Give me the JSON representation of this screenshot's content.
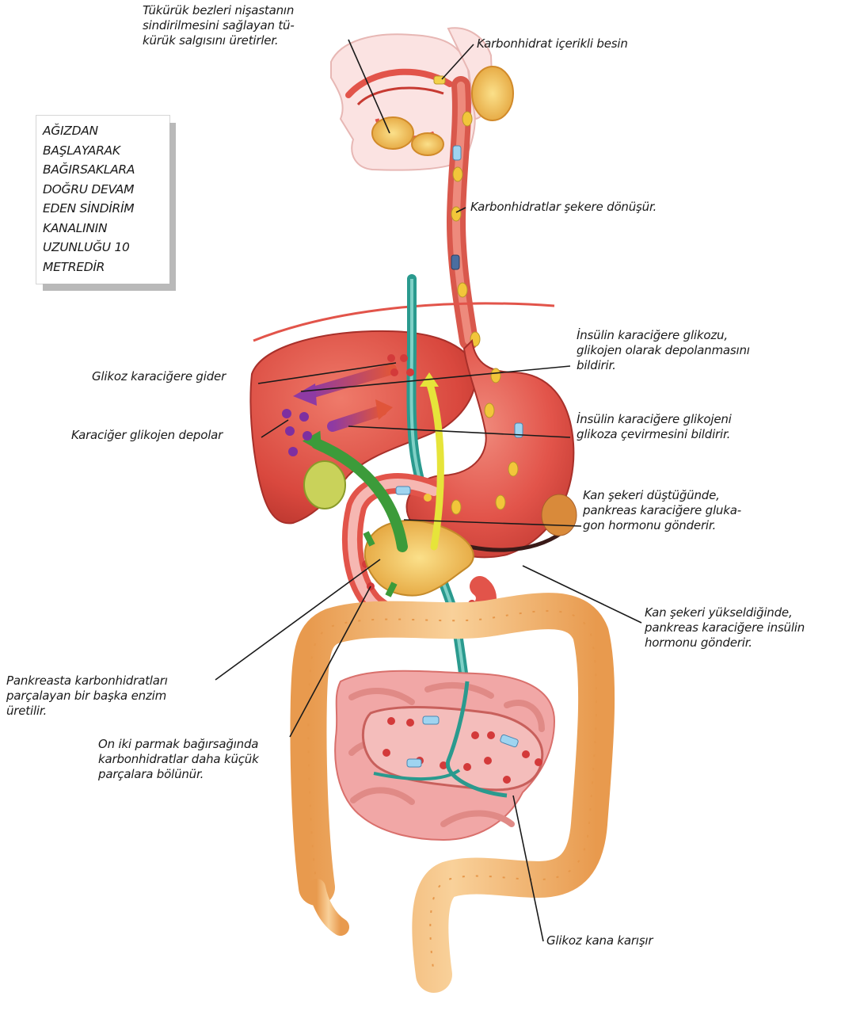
{
  "info_box": {
    "lines": [
      "AĞIZDAN",
      "BAŞLAYARAK",
      "BAĞIRSAKLARA",
      "DOĞRU DEVAM",
      "EDEN SİNDİRİM",
      "KANALININ",
      "UZUNLUĞU 10",
      "METREDİR"
    ]
  },
  "labels": {
    "salivary": [
      "Tükürük bezleri nişastanın",
      "sindirilmesini sağlayan tü-",
      "kürük salgısını üretirler."
    ],
    "carb_food": [
      "Karbonhidrat içerikli besin"
    ],
    "sugar_conversion": [
      "Karbonhidratlar şekere dönüşür."
    ],
    "glucose_to_liver": [
      "Glikoz karaciğere gider"
    ],
    "liver_stores": [
      "Karaciğer glikojen depolar"
    ],
    "insulin_store": [
      "İnsülin karaciğere glikozu,",
      "glikojen olarak depolanmasını",
      "bildirir."
    ],
    "insulin_convert": [
      "İnsülin karaciğere glikojeni",
      "glikoza çevirmesini bildirir."
    ],
    "sugar_drop": [
      "Kan şekeri düştüğünde,",
      "pankreas karaciğere gluka-",
      "gon hormonu gönderir."
    ],
    "sugar_rise": [
      "Kan şekeri yükseldiğinde,",
      "pankreas karaciğere insülin",
      "hormonu gönderir."
    ],
    "pancreas_enzyme": [
      "Pankreasta karbonhidratları",
      "parçalayan bir başka enzim",
      "üretilir."
    ],
    "duodenum": [
      "On iki parmak bağırsağında",
      "karbonhidratlar daha küçük",
      "parçalara bölünür."
    ],
    "glucose_blood": [
      "Glikoz kana karışır"
    ]
  },
  "colors": {
    "organ_red": "#e2544a",
    "liver_red": "#d9483e",
    "colon_orange": "#f2b66e",
    "small_intestine_pink": "#f1a7a6",
    "pancreas_yellow": "#f0b64a",
    "blood_vessel_teal": "#2a9a8e",
    "arrow_green": "#3c9b3a",
    "arrow_yellow": "#e6e43a",
    "arrow_purple": "#8e3aa3",
    "food_particle_yellow": "#f2c63a",
    "glucose_dot_red": "#d33a3a",
    "glycogen_dot_purple": "#7e2fa0"
  }
}
